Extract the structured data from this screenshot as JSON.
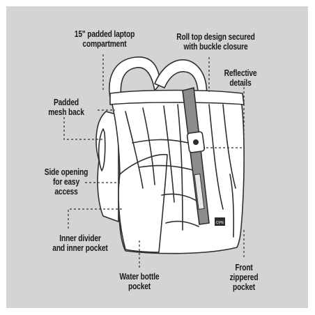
{
  "diagram": {
    "labels": {
      "laptop": "15\" padded laptop\ncompartment",
      "rolltop": "Roll top design secured\nwith buckle closure",
      "reflective": "Reflective\ndetails",
      "mesh": "Padded\nmesh back",
      "side": "Side opening\nfor easy\naccess",
      "divider": "Inner divider\nand inner pocket",
      "bottle": "Water bottle\npocket",
      "front": "Front\nzippered\npocket"
    },
    "brand_tag": "CIPE"
  },
  "colors": {
    "background": "#d4d4d4",
    "outline": "#2e2e2e",
    "fill": "#ffffff",
    "strap": "#8c8c8c"
  }
}
